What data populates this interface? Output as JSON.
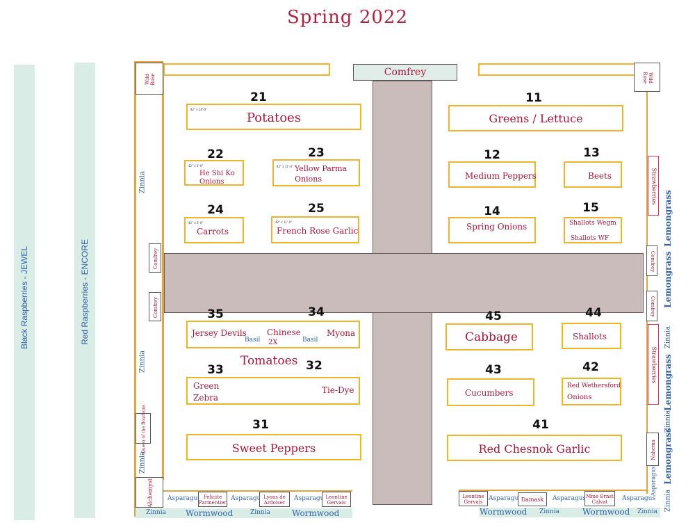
{
  "title": "Spring 2022",
  "left_strips": {
    "black_raspberries": "Black Raspberries - JEWEL",
    "red_raspberries": "Red Raspberries - ENCORE"
  },
  "top": {
    "comfrey": "Comfrey",
    "wild_rose_left": "Wild Rose",
    "wild_rose_right": "Wild Rose"
  },
  "left_edge": {
    "zinnia_1": "Zinnia",
    "comfrey_1": "Comfrey",
    "comfrey_2": "Comfrey",
    "zinnia_2": "Zinnia",
    "queen": "Queen of the Bourbons",
    "zinnia_3": "Zinnia",
    "alchemyst": "Alchemyst"
  },
  "right_edge": {
    "strawberries_1": "Strawberries",
    "lemongrass_1": "Lemongrass",
    "comfrey_1": "Comfrey",
    "lemongrass_2": "Lemongrass",
    "comfrey_2": "Comfrey",
    "zinnia_1": "Zinnia",
    "strawberries_2": "Strawberries",
    "lemongrass_3": "Lemongrass",
    "zinnia_2": "Zinnia",
    "nahema": "Nahema",
    "lemongrass_4": "Lemongrass",
    "asparagus": "Asparagus",
    "zinnia_3": "Zinnia"
  },
  "bottom_left": {
    "asparagus_1": "Asparagus",
    "felicite": "Felicite Parmentier",
    "asparagus_2": "Asparagus",
    "lyons": "Lyons de Ardoiser",
    "asparagus_3": "Asparagus",
    "leontine": "Leontine Gervais",
    "zinnia_1": "Zinnia",
    "wormwood_1": "Wormwood",
    "zinnia_2": "Zinnia",
    "wormwood_2": "Wormwood"
  },
  "bottom_right": {
    "leontine": "Leontine Gervais",
    "asparagus_1": "Asparagus",
    "damask": "Damask",
    "asparagus_2": "Asparagus",
    "mme": "Mme Ernst Calvat",
    "asparagus_3": "Asparagus",
    "wormwood_1": "Wormwood",
    "zinnia_1": "Zinnia",
    "wormwood_2": "Wormwood",
    "zinnia_2": "Zinnia"
  },
  "dims": {
    "d21": "42\" x 14'-0\"",
    "d22": "42\" x 5'-0\"",
    "d23": "42\" x 11'-0\"",
    "d24": "42\" x 5'-0\"",
    "d25": "42\" x 11'-0\""
  },
  "beds": {
    "b21": {
      "num": "21",
      "label": "Potatoes"
    },
    "b22": {
      "num": "22",
      "label": "He Shi Ko Onions"
    },
    "b23": {
      "num": "23",
      "label": "Yellow Parma Onions"
    },
    "b24": {
      "num": "24",
      "label": "Carrots"
    },
    "b25": {
      "num": "25",
      "label": "French Rose Garlic"
    },
    "b11": {
      "num": "11",
      "label": "Greens / Lettuce"
    },
    "b12": {
      "num": "12",
      "label": "Medium Peppers"
    },
    "b13": {
      "num": "13",
      "label": "Beets"
    },
    "b14": {
      "num": "14",
      "label": "Spring Onions"
    },
    "b15": {
      "num": "15",
      "label_1": "Shallots Wegm",
      "label_2": "Shallots WF"
    },
    "b35": {
      "num": "35",
      "jersey": "Jersey Devils",
      "basil_1": "Basil",
      "chinese": "Chinese",
      "two_x": "2X",
      "basil_2": "Basil",
      "myona": "Myona"
    },
    "b34": {
      "num": "34"
    },
    "tomatoes": "Tomatoes",
    "b33": {
      "num": "33",
      "green": "Green",
      "zebra": "Zebra"
    },
    "b32": {
      "num": "32",
      "label": "Tie-Dye"
    },
    "b31": {
      "num": "31",
      "label": "Sweet Peppers"
    },
    "b45": {
      "num": "45",
      "label": "Cabbage"
    },
    "b44": {
      "num": "44",
      "label": "Shallots"
    },
    "b43": {
      "num": "43",
      "label": "Cucumbers"
    },
    "b42": {
      "num": "42",
      "label_1": "Red Wethersford",
      "label_2": "Onions"
    },
    "b41": {
      "num": "41",
      "label": "Red Chesnok Garlic"
    }
  }
}
